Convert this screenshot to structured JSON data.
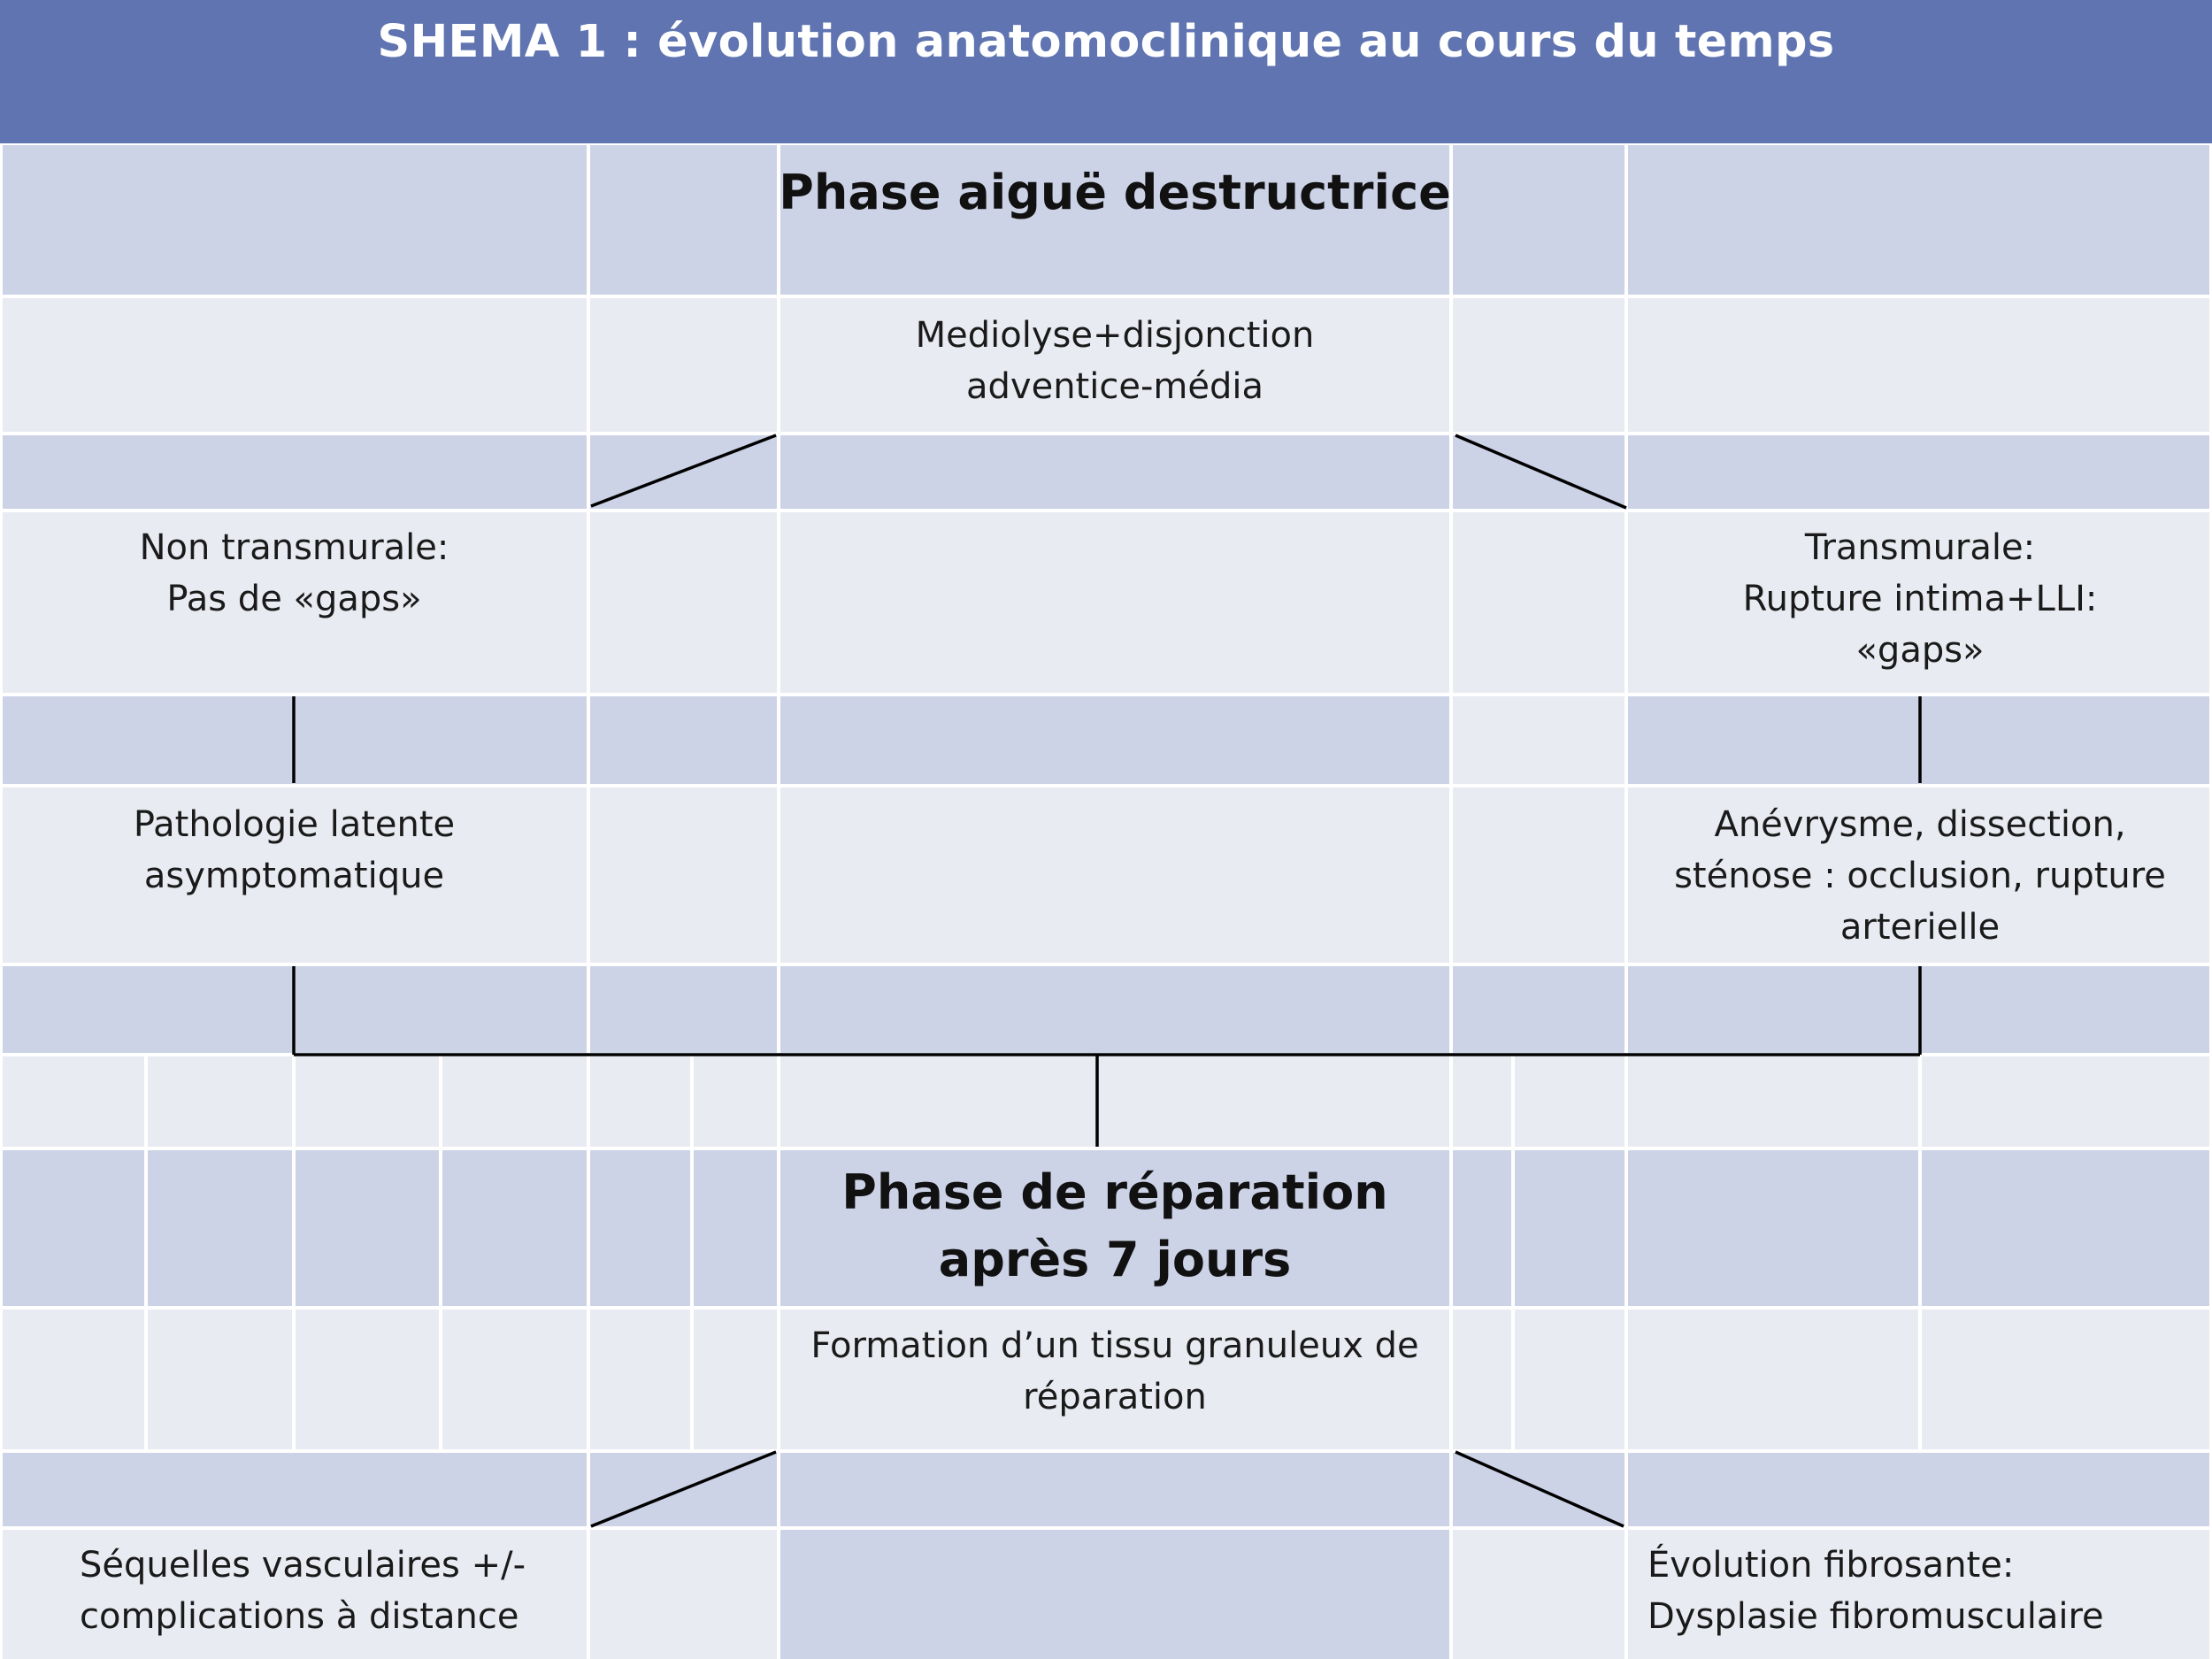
{
  "title": "SHEMA 1 : évolution anatomoclinique au cours du temps",
  "colors": {
    "banner": "#5f74b0",
    "band_dark": "#cdd3e7",
    "band_light": "#e9ebf2",
    "connector": "#000000"
  },
  "phase_acute": {
    "heading": "Phase aiguë destructrice",
    "description": "Mediolyse+disjonction\nadventice-média"
  },
  "left_branch": {
    "condition": "Non transmurale:\nPas de «gaps»",
    "outcome": "Pathologie latente\nasymptomatique"
  },
  "right_branch": {
    "condition": "Transmurale:\nRupture intima+LLI:\n«gaps»",
    "outcome": "Anévrysme, dissection,\nsténose : occlusion, rupture\narterielle"
  },
  "phase_repair": {
    "heading": "Phase de réparation\naprès 7 jours",
    "description": "Formation d’un tissu granuleux de\nréparation"
  },
  "repair_left": "Séquelles vasculaires +/-\ncomplications à distance",
  "repair_right": "Évolution fibrosante:\nDysplasie fibromusculaire"
}
